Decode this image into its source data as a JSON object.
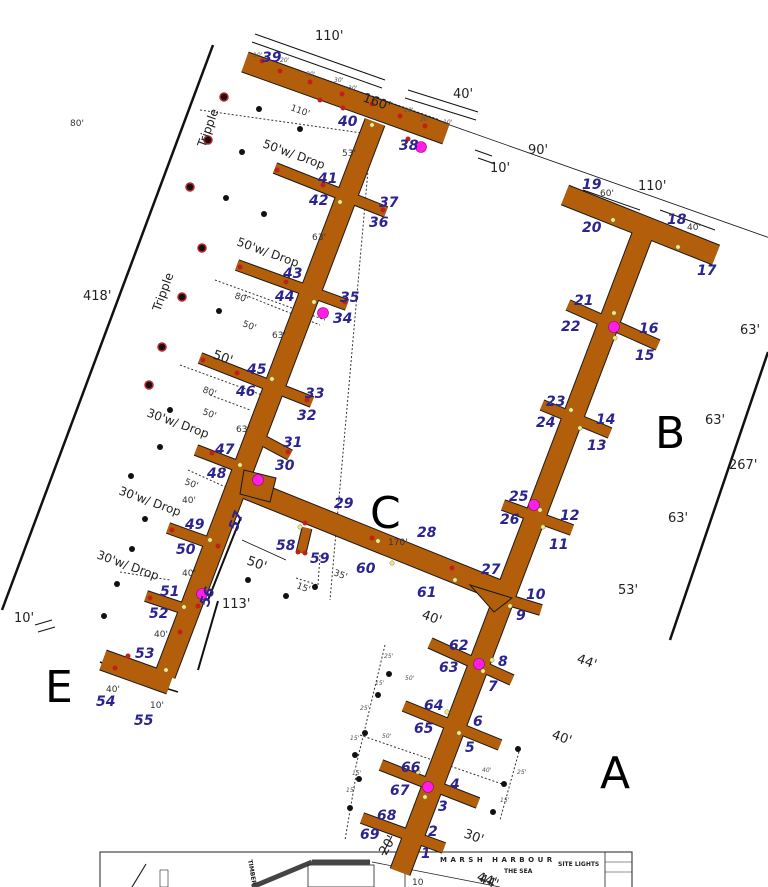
{
  "colors": {
    "dock": "#b25e0b",
    "outline": "#1a1a1a",
    "label": "#2b2490",
    "light": "#ff1ee6",
    "pile_ring": "#c0272d",
    "fixture": "#e8f07a"
  },
  "slip_numbers": [
    "1",
    "2",
    "3",
    "4",
    "5",
    "6",
    "7",
    "8",
    "9",
    "10",
    "11",
    "12",
    "13",
    "14",
    "15",
    "16",
    "17",
    "18",
    "19",
    "20",
    "21",
    "22",
    "23",
    "24",
    "25",
    "26",
    "27",
    "28",
    "29",
    "30",
    "31",
    "32",
    "33",
    "34",
    "35",
    "36",
    "37",
    "38",
    "39",
    "40",
    "41",
    "42",
    "43",
    "44",
    "45",
    "46",
    "47",
    "48",
    "49",
    "50",
    "51",
    "52",
    "53",
    "54",
    "55",
    "56",
    "57",
    "58",
    "59",
    "60",
    "61",
    "62",
    "63",
    "64",
    "65",
    "66",
    "67",
    "68",
    "69"
  ],
  "dock_letters": [
    "A",
    "B",
    "C",
    "E"
  ],
  "dimensions": [
    "110'",
    "40'",
    "160'",
    "90'",
    "10'",
    "110'",
    "60'",
    "40'",
    "63'",
    "63'",
    "267'",
    "63'",
    "53'",
    "44'",
    "40'",
    "30'",
    "44'",
    "20'",
    "40'",
    "170'",
    "113'",
    "50'",
    "35'",
    "15'",
    "418'",
    "80'",
    "10'",
    "40'",
    "10'",
    "53'",
    "63'",
    "63'",
    "63'",
    "110'",
    "80'",
    "50'",
    "50'",
    "80'",
    "50'",
    "50'",
    "40'",
    "40'",
    "40'"
  ],
  "small_dimensions": [
    "10'",
    "20'",
    "30'",
    "30'",
    "30'",
    "20'",
    "30'",
    "10'",
    "25'",
    "50'",
    "15'",
    "25'",
    "15'",
    "50'",
    "15'",
    "15'",
    "40'",
    "25'",
    "15'"
  ],
  "notes": [
    "Tripple",
    "Tripple",
    "50'w/ Drop",
    "50'w/ Drop",
    "30'w/ Drop",
    "30'w/ Drop",
    "30'w/ Drop"
  ],
  "title_block": {
    "project": "MARSH HARBOUR",
    "sheet": "SITE LIGHTS",
    "water": "THE SEA",
    "dim": "44'",
    "road": "TIMBER",
    "small": "10"
  }
}
